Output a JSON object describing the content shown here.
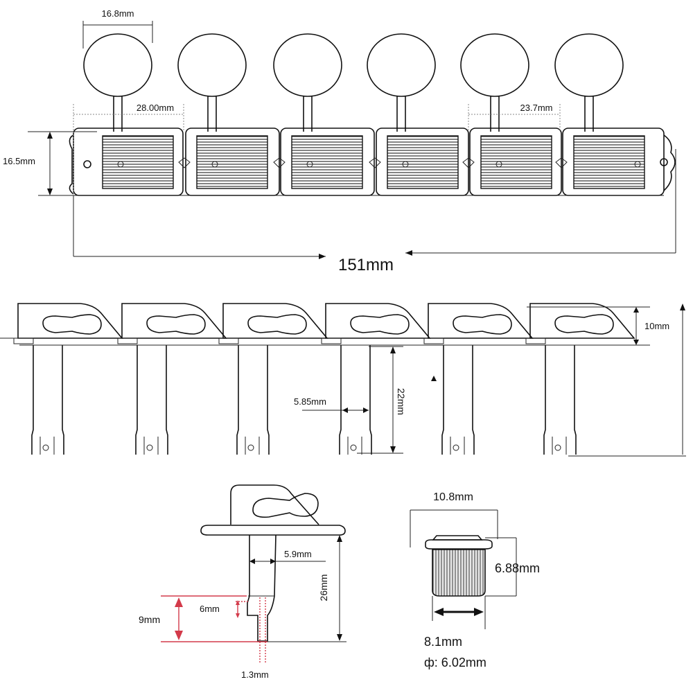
{
  "top_view": {
    "key_width": "16.8mm",
    "spacing": "28.00mm",
    "inner_width": "23.7mm",
    "plate_height": "16.5mm",
    "total_length": "151mm"
  },
  "side_view": {
    "housing_height": "10mm",
    "post_width": "5.85mm",
    "post_length": "22mm"
  },
  "detail_view": {
    "post_width": "5.9mm",
    "post_length": "26mm",
    "slot_depth": "6mm",
    "hole_depth": "9mm",
    "hole_width": "1.3mm"
  },
  "bushing_view": {
    "flange_diameter": "10.8mm",
    "height": "6.88mm",
    "width": "8.1mm",
    "diameter": "ф: 6.02mm"
  },
  "colors": {
    "line": "#111111",
    "accent": "#d33a4a"
  }
}
